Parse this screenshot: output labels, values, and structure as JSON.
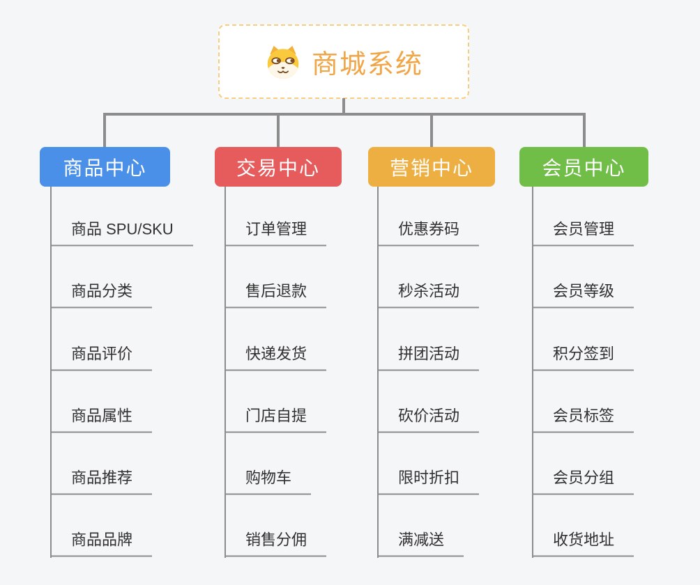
{
  "root": {
    "title": "商城系统",
    "icon": "dog-face-icon"
  },
  "branches": [
    {
      "label": "商品中心",
      "color": "#4B90E8",
      "items": [
        "商品 SPU/SKU",
        "商品分类",
        "商品评价",
        "商品属性",
        "商品推荐",
        "商品品牌"
      ]
    },
    {
      "label": "交易中心",
      "color": "#E65C5C",
      "items": [
        "订单管理",
        "售后退款",
        "快递发货",
        "门店自提",
        "购物车",
        "销售分佣"
      ]
    },
    {
      "label": "营销中心",
      "color": "#EDAF42",
      "items": [
        "优惠券码",
        "秒杀活动",
        "拼团活动",
        "砍价活动",
        "限时折扣",
        "满减送"
      ]
    },
    {
      "label": "会员中心",
      "color": "#70BE47",
      "items": [
        "会员管理",
        "会员等级",
        "积分签到",
        "会员标签",
        "会员分组",
        "收货地址"
      ]
    }
  ],
  "colors": {
    "root_accent": "#F0A546",
    "root_border": "#F7CD80",
    "connector": "#8C8C8C",
    "leaf_text": "#303030",
    "background": "#F5F6F7"
  }
}
